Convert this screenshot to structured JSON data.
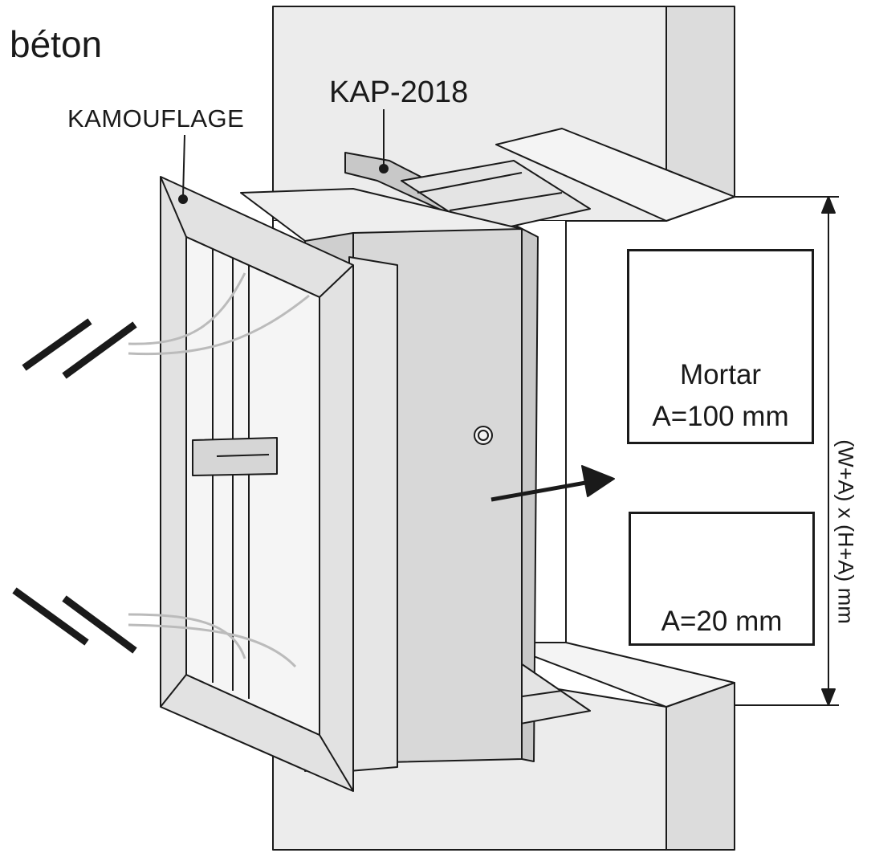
{
  "labels": {
    "material": "béton",
    "kamouflage": "KAMOUFLAGE",
    "frame": "KAP-2018",
    "dimension": "(W+A) x (H+A) mm"
  },
  "mortar_box": {
    "icon": "trowel-icon",
    "name": "Mortar",
    "allowance": "A=100 mm"
  },
  "screw_box": {
    "icon": "screw-icon",
    "allowance": "A=20 mm"
  },
  "colors": {
    "line": "#1a1a1a",
    "wall": "#ececec",
    "panel": "#d8d8d8",
    "frame": "#c8c8c8",
    "background": "#ffffff"
  }
}
